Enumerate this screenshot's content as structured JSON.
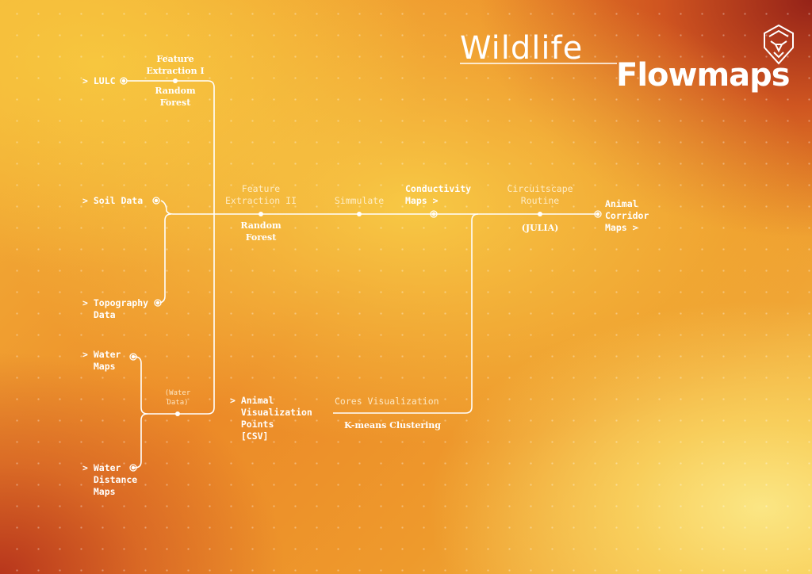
{
  "title": {
    "line1": "Wildlife",
    "line2": "Flowmaps",
    "logo": "lion-shield-icon"
  },
  "inputs": {
    "lulc": "> LULC",
    "soil": "> Soil Data",
    "topography": "> Topography\n  Data",
    "water_maps": "> Water\n  Maps",
    "water_distance": "> Water\n  Distance\n  Maps",
    "animal_points": "> Animal\n  Visualization\n  Points\n  [CSV]"
  },
  "steps": {
    "fe1_title": "Feature\nExtraction I",
    "fe1_method": "Random\nForest",
    "fe2_title": "Feature\nExtraction II",
    "fe2_method": "Random\nForest",
    "simulate": "Simmulate",
    "conductivity": "Conductivity\nMaps >",
    "circuitscape": "Circuitscape\nRoutine",
    "julia": "(JULIA)",
    "output": "Animal\nCorridor\nMaps >",
    "water_data": "(Water\nData)",
    "cores": "Cores Visualization",
    "kmeans": "K-means Clustering"
  }
}
